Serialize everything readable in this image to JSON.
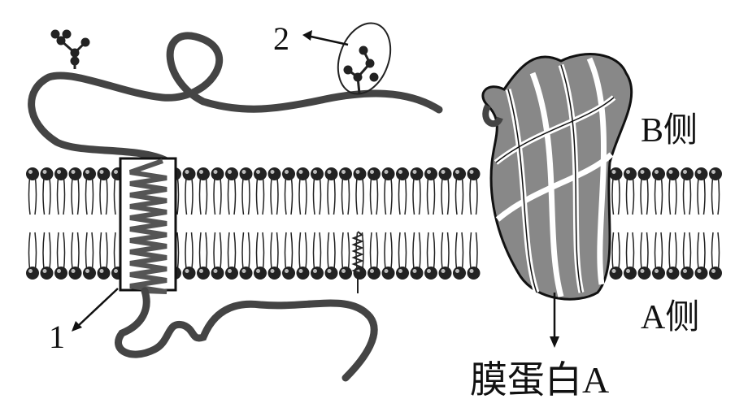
{
  "labels": {
    "pointer_1": "1",
    "pointer_2": "2",
    "side_b": "B侧",
    "side_a": "A侧",
    "protein_a": "膜蛋白A"
  },
  "colors": {
    "ink": "#111111",
    "protein": "#444444"
  }
}
